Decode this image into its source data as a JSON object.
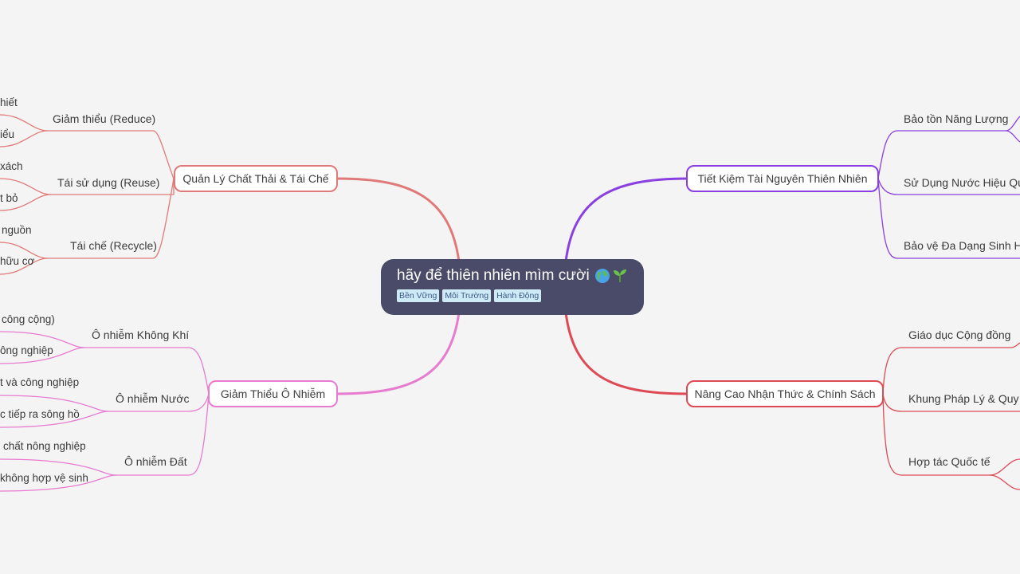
{
  "root": {
    "title": "hãy để thiên nhiên mìm cười",
    "emoji": [
      "globe-icon",
      "seedling-icon"
    ],
    "tags": [
      "Bền Vững",
      "Môi Trường",
      "Hành Động"
    ]
  },
  "branches": {
    "waste": {
      "label": "Quản Lý Chất Thải & Tái Chế",
      "color": "#e07a78",
      "children": [
        {
          "label": "Giảm thiểu (Reduce)",
          "leaves": [
            "hiết",
            "iểu"
          ]
        },
        {
          "label": "Tái sử dụng (Reuse)",
          "leaves": [
            "xách",
            "t bỏ"
          ]
        },
        {
          "label": "Tái chế (Recycle)",
          "leaves": [
            "nguồn",
            "hữu cơ"
          ]
        }
      ]
    },
    "pollution": {
      "label": "Giảm Thiểu Ô Nhiễm",
      "color": "#e67bd0",
      "children": [
        {
          "label": "Ô nhiễm Không Khí",
          "leaves": [
            "công cộng)",
            "ông nghiệp"
          ]
        },
        {
          "label": "Ô nhiễm Nước",
          "leaves": [
            "t và công nghiệp",
            "c tiếp ra sông hồ"
          ]
        },
        {
          "label": "Ô nhiễm Đất",
          "leaves": [
            "chất nông nghiệp",
            "không hợp vệ sinh"
          ]
        }
      ]
    },
    "resources": {
      "label": "Tiết Kiệm Tài Nguyên Thiên Nhiên",
      "color": "#8a3fe0",
      "children": [
        {
          "label": "Bảo tồn Năng Lượng"
        },
        {
          "label": "Sử Dụng Nước Hiệu Quả"
        },
        {
          "label": "Bảo vệ Đa Dạng Sinh Học"
        }
      ]
    },
    "awareness": {
      "label": "Nâng Cao Nhận Thức & Chính Sách",
      "color": "#dd4a55",
      "children": [
        {
          "label": "Giáo dục Cộng đồng"
        },
        {
          "label": "Khung Pháp Lý & Quy Đ"
        },
        {
          "label": "Hợp tác Quốc tế"
        }
      ]
    }
  }
}
